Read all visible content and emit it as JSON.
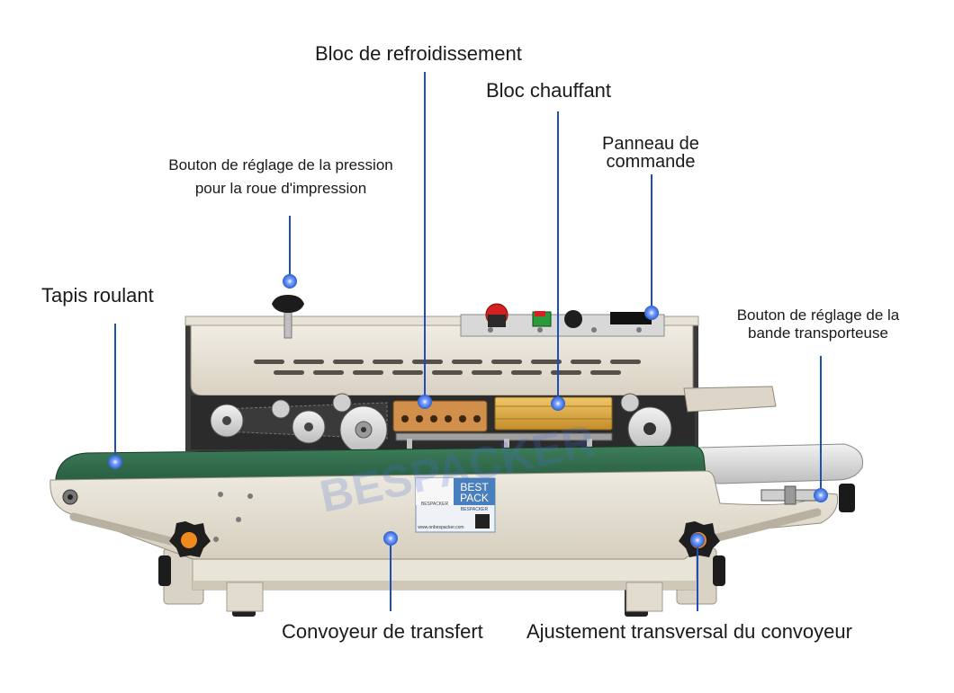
{
  "labels": {
    "cooling_block": "Bloc de refroidissement",
    "heating_block": "Bloc chauffant",
    "control_panel_1": "Panneau de",
    "control_panel_2": "commande",
    "pressure_knob_1": "Bouton de réglage de la pression",
    "pressure_knob_2": "pour la roue d'impression",
    "conveyor_belt": "Tapis roulant",
    "belt_knob_1": "Bouton de réglage de la",
    "belt_knob_2": "bande transporteuse",
    "transfer_conveyor": "Convoyeur de transfert",
    "transverse_adjust": "Ajustement transversal du convoyeur"
  },
  "machine": {
    "watermark": "BESPACKER",
    "plate_brand_1": "BEST",
    "plate_brand_2": "PACK",
    "plate_sub": "BESPACKER",
    "plate_logo": "BESPACKER",
    "plate_url": "www.onbespacker.com"
  },
  "colors": {
    "leader_line": "#1f4fb5",
    "marker_dot": "#2a5fd0",
    "belt": "#2f6a4a",
    "body": "#e6e0d2",
    "knob_center": "#f08a1c",
    "heater": "#d9a843"
  }
}
